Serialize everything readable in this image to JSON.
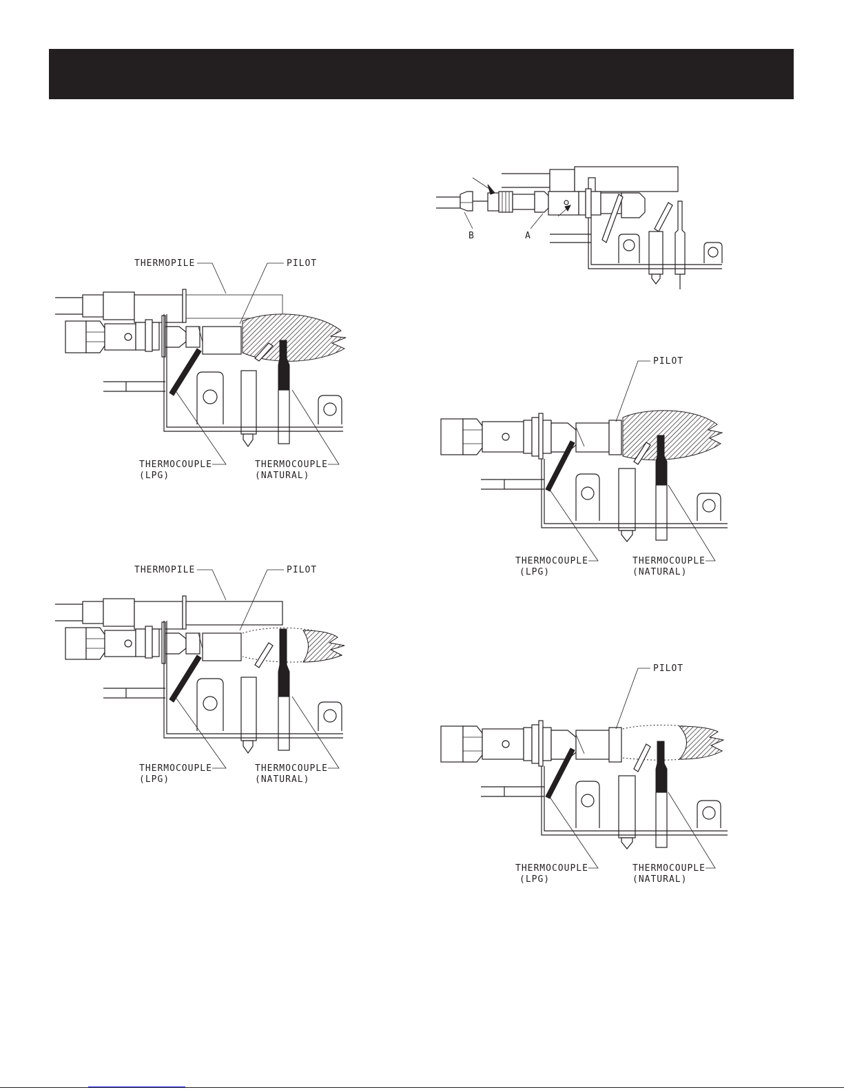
{
  "header": {
    "bar_color": "#231f20"
  },
  "labels": {
    "thermopile": "THERMOPILE",
    "pilot": "PILOT",
    "thermocouple": "THERMOCOUPLE",
    "lpg": "(LPG)",
    "natural": "(NATURAL)",
    "a": "A",
    "b": "B"
  },
  "colors": {
    "ink": "#231f20",
    "link": "#2b2bff"
  }
}
